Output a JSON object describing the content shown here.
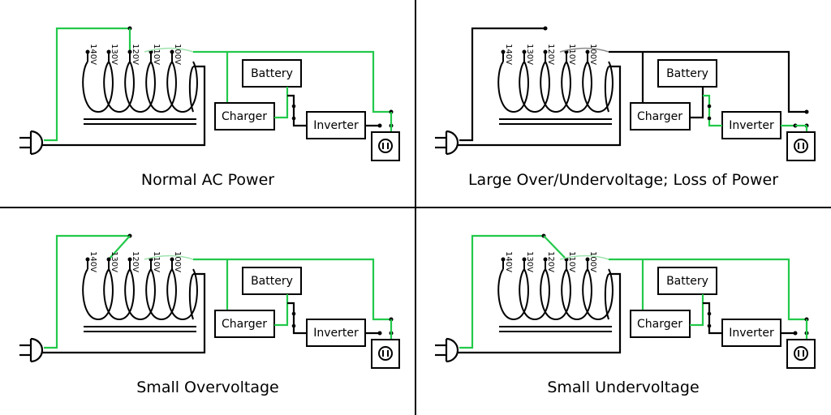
{
  "colors": {
    "active_wire": "#22c94a",
    "inactive_wire": "#000000",
    "faded_active": "#9fe3ae",
    "faded_inactive": "#888888"
  },
  "labels": {
    "battery": "Battery",
    "charger": "Charger",
    "inverter": "Inverter"
  },
  "taps": [
    "140V",
    "130V",
    "120V",
    "110V",
    "100V"
  ],
  "panels": [
    {
      "id": "normal",
      "title": "Normal AC Power",
      "selected_tap": "120V",
      "mains_live": true,
      "output_source": "mains",
      "battery_path": "charging"
    },
    {
      "id": "large",
      "title": "Large Over/Undervoltage; Loss of Power",
      "selected_tap": "none",
      "mains_live": false,
      "output_source": "inverter",
      "battery_path": "discharging"
    },
    {
      "id": "over",
      "title": "Small Overvoltage",
      "selected_tap": "130V",
      "mains_live": true,
      "output_source": "mains",
      "battery_path": "charging"
    },
    {
      "id": "under",
      "title": "Small Undervoltage",
      "selected_tap": "110V",
      "mains_live": true,
      "output_source": "mains",
      "battery_path": "charging"
    }
  ]
}
